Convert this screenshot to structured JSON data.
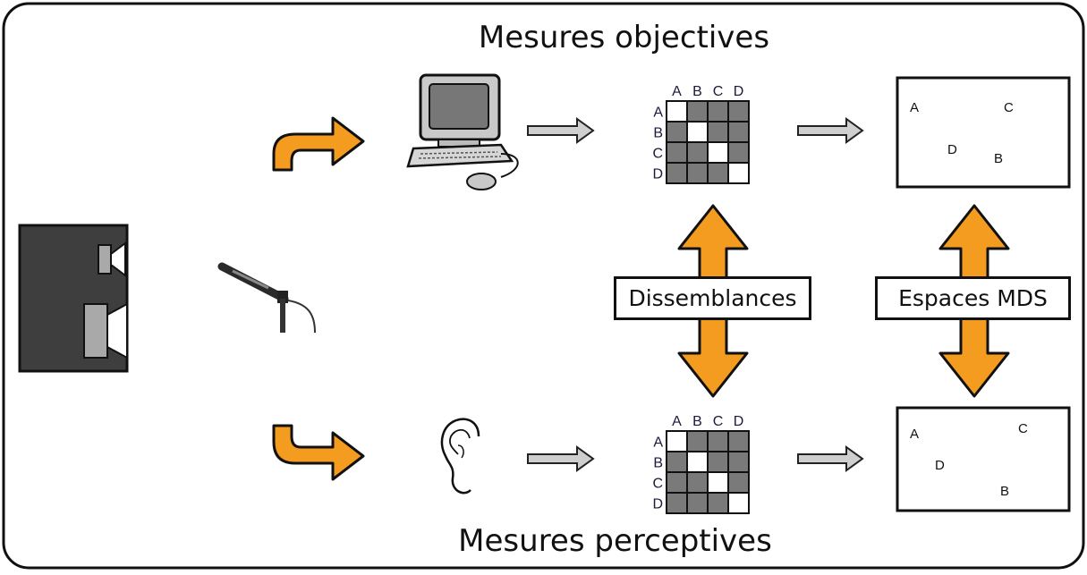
{
  "titles": {
    "top": "Mesures objectives",
    "bottom": "Mesures perceptives"
  },
  "labels": {
    "dissimilarities": "Dissemblances",
    "mds_spaces": "Espaces MDS"
  },
  "matrix": {
    "columns": [
      "A",
      "B",
      "C",
      "D"
    ],
    "rows": [
      "A",
      "B",
      "C",
      "D"
    ]
  },
  "mds_objective": {
    "points": [
      "A",
      "C",
      "D",
      "B"
    ]
  },
  "mds_perceptive": {
    "points": [
      "A",
      "C",
      "D",
      "B"
    ]
  },
  "colors": {
    "accent_orange": "#f39c1f",
    "cell_dark": "#7a7a7a",
    "arrow_gray": "#cfcfcf",
    "device_dark": "#444444"
  },
  "icons": [
    "loudspeaker-icon",
    "microphone-icon",
    "computer-icon",
    "ear-icon"
  ]
}
